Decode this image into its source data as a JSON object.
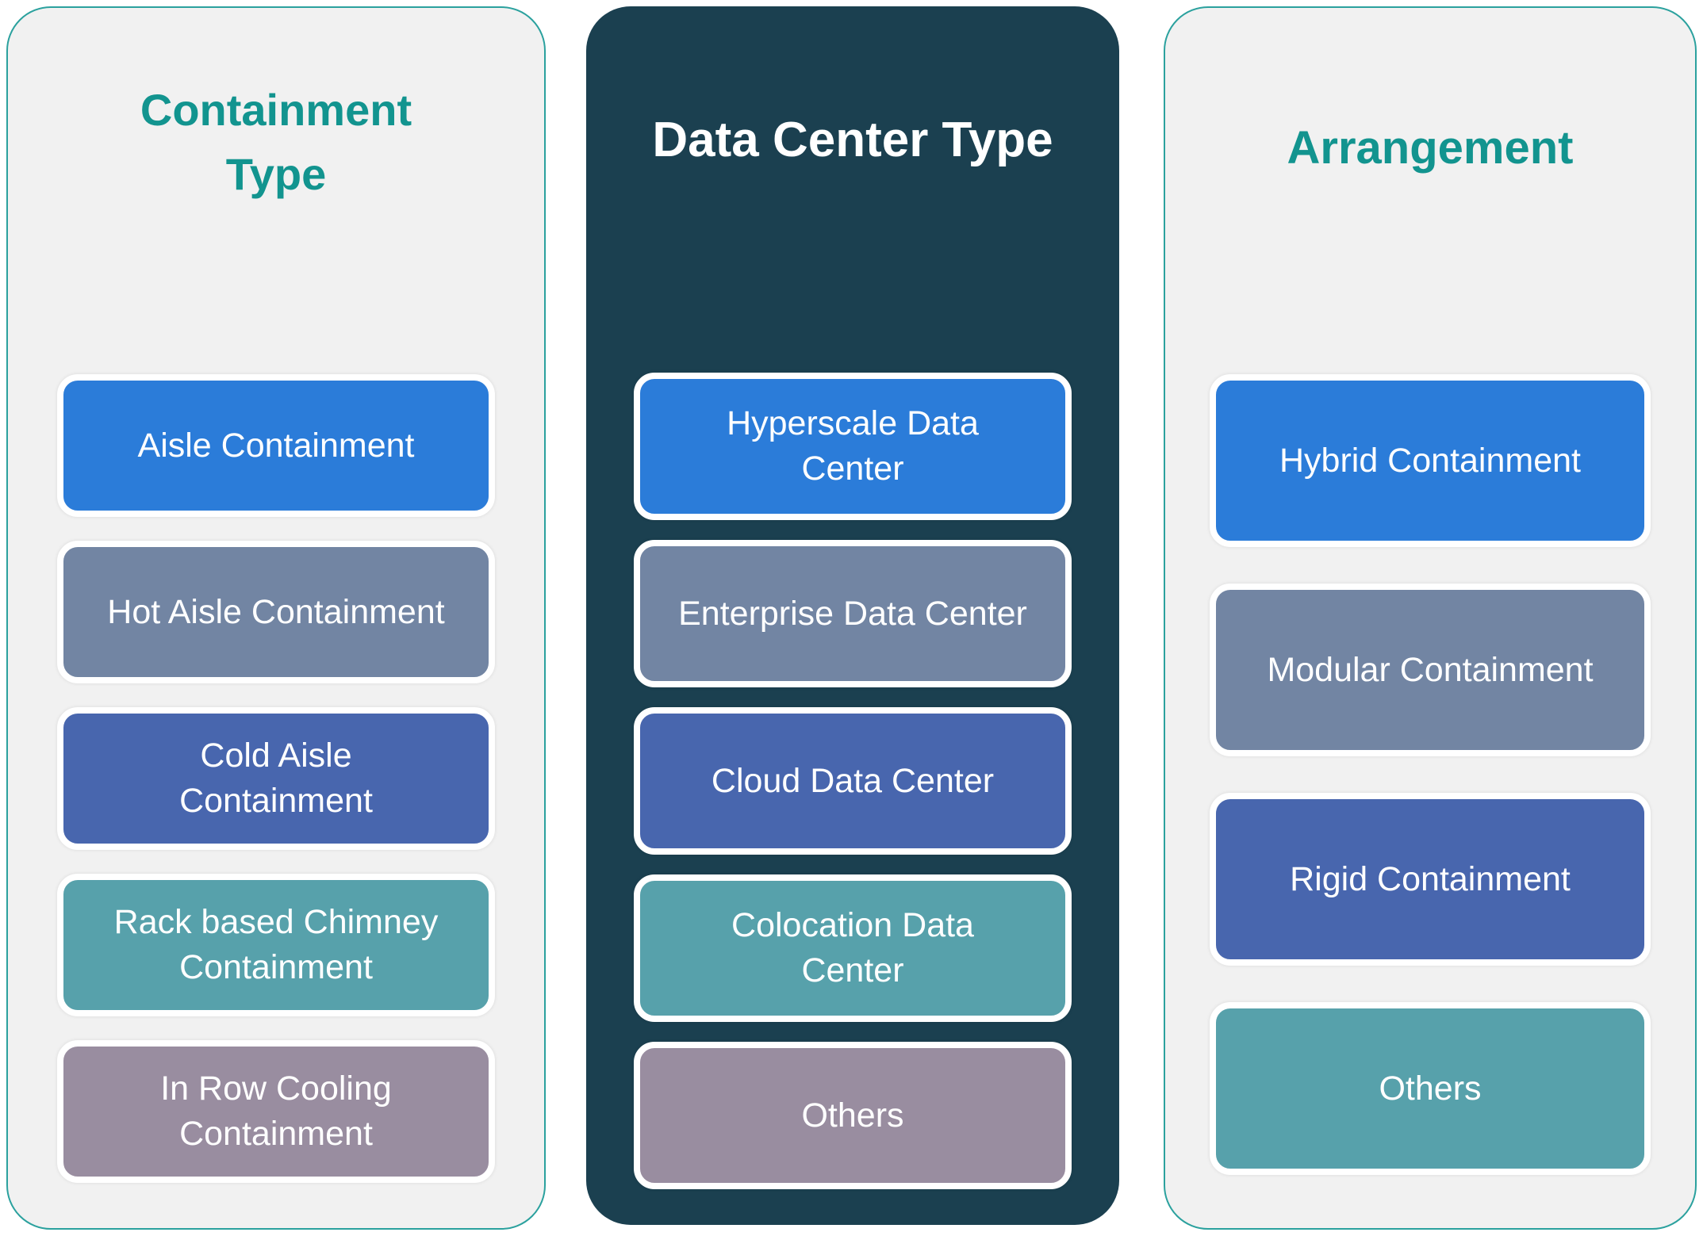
{
  "colors": {
    "blue": "#2b7cd9",
    "slate": "#7285a3",
    "indigo": "#4866ae",
    "teal_box": "#57a1ab",
    "mauve": "#998da0",
    "panel_light": "#f1f1f1",
    "panel_border": "#2ba19e",
    "panel_dark": "#1b4050",
    "title_teal": "#12948f",
    "white": "#ffffff"
  },
  "panels": [
    {
      "title": "Containment\nType",
      "items": [
        {
          "label": "Aisle Containment"
        },
        {
          "label": "Hot Aisle Containment"
        },
        {
          "label": "Cold Aisle\nContainment"
        },
        {
          "label": "Rack based Chimney\nContainment"
        },
        {
          "label": "In Row Cooling\nContainment"
        }
      ]
    },
    {
      "title": "Data Center Type",
      "items": [
        {
          "label": "Hyperscale Data\nCenter"
        },
        {
          "label": "Enterprise Data Center"
        },
        {
          "label": "Cloud Data Center"
        },
        {
          "label": "Colocation Data\nCenter"
        },
        {
          "label": "Others"
        }
      ]
    },
    {
      "title": "Arrangement",
      "items": [
        {
          "label": "Hybrid Containment"
        },
        {
          "label": "Modular Containment"
        },
        {
          "label": "Rigid Containment"
        },
        {
          "label": "Others"
        }
      ]
    }
  ]
}
